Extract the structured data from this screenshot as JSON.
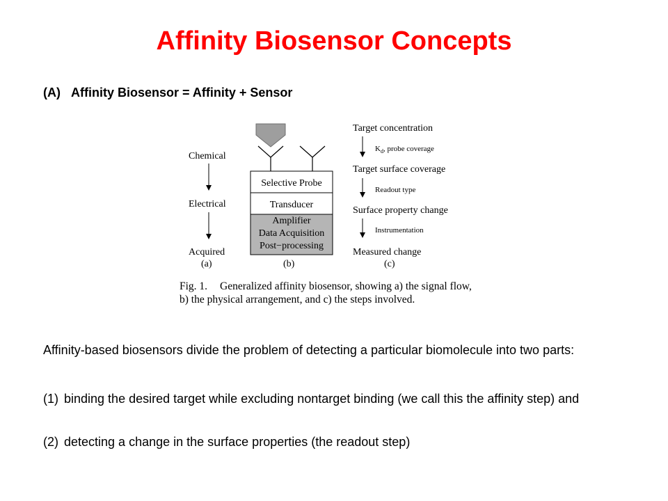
{
  "slide": {
    "title": "Affinity Biosensor Concepts",
    "subheading_label": "(A)",
    "subheading_text": "Affinity Biosensor = Affinity + Sensor"
  },
  "figure": {
    "a": {
      "labels": [
        "Chemical",
        "Electrical",
        "Acquired"
      ],
      "tag": "(a)"
    },
    "b": {
      "box_labels": [
        "Selective Probe",
        "Transducer",
        "Amplifier",
        "Data Acquisition",
        "Post−processing"
      ],
      "tag": "(b)"
    },
    "c": {
      "steps": [
        "Target concentration",
        "Target surface coverage",
        "Surface property change",
        "Measured change"
      ],
      "arrow_labels": [
        "K",
        "d",
        ", probe coverage",
        "Readout type",
        "Instrumentation"
      ],
      "tag": "(c)"
    },
    "caption_label": "Fig. 1.",
    "caption_line1": "Generalized affinity biosensor, showing a) the signal flow,",
    "caption_line2": "b) the physical arrangement, and c) the steps involved."
  },
  "body": {
    "paragraph": "Affinity-based biosensors divide the problem of detecting a particular biomolecule into two parts:",
    "items": [
      {
        "num": "(1)",
        "text": "binding the desired target while excluding nontarget binding (we call this the affinity step) and"
      },
      {
        "num": "(2)",
        "text": "detecting a change in the surface properties (the readout step)"
      }
    ]
  },
  "colors": {
    "title": "#ff0000",
    "probe_gray": "#9e9e9e",
    "box_gray": "#b5b5b5"
  }
}
